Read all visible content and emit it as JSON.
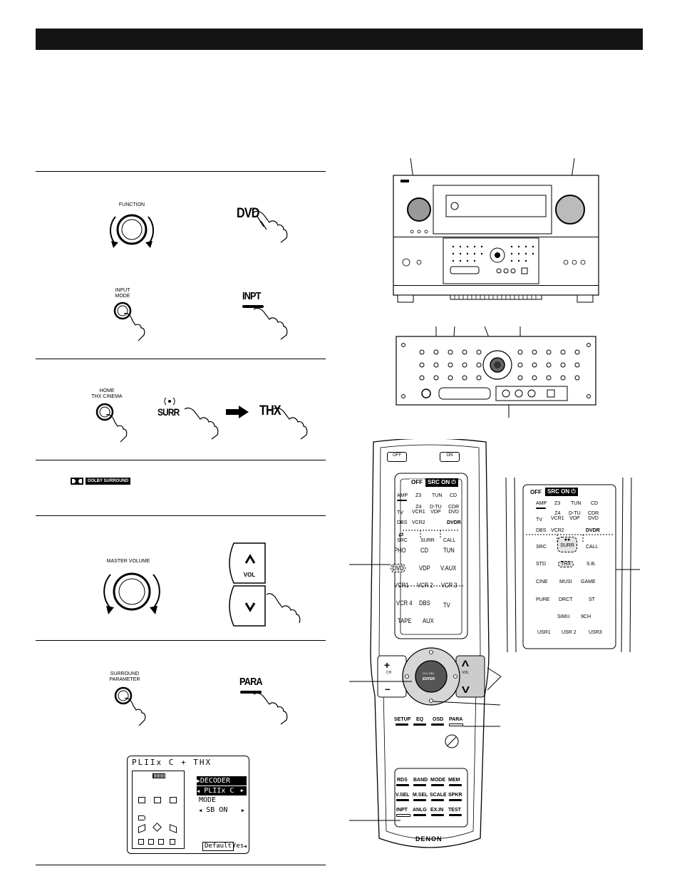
{
  "section1": {
    "function_label": "FUNCTION",
    "dvd_label": "DVD",
    "input_mode_label": "INPUT\nMODE",
    "inpt_label": "INPT"
  },
  "section2": {
    "home_thx_label": "HOME\nTHX CINEMA",
    "surr_label": "SURR",
    "thx_label": "THX"
  },
  "section3": {
    "dolby_label": "DOLBY SURROUND"
  },
  "section4": {
    "master_volume_label": "MASTER VOLUME",
    "vol_label": "VOL"
  },
  "section5": {
    "surround_param_label": "SURROUND\nPARAMETER",
    "para_label": "PARA"
  },
  "osd": {
    "title": "PLIIx C + THX",
    "decoder_label": "DECODER",
    "decoder_value": "PLIIx C",
    "mode_label": "MODE",
    "mode_value": "SB  ON",
    "default_label": "Default",
    "yes_label": "Yes"
  },
  "remote": {
    "off": "OFF",
    "on": "ON",
    "lcd_off": "OFF",
    "lcd_src_on": "SRC ON",
    "grid_row1": [
      "AMP",
      "Z3",
      "TUN",
      "CD"
    ],
    "grid_row2": [
      "TV",
      "Z4\nVCR1",
      "D-TU\nVDP",
      "CDR\nDVD"
    ],
    "grid_row3": [
      "DBS",
      "VCR2",
      "",
      "DVDR"
    ],
    "src": "SRC",
    "surr": "SURR",
    "call": "CALL",
    "keys_row1": [
      "PHO",
      "CD",
      "TUN"
    ],
    "keys_row2": [
      "DVD",
      "VDP",
      "V.AUX"
    ],
    "keys_row3": [
      "VCR1",
      "VCR 2",
      "VCR 3"
    ],
    "keys_row4": [
      "VCR 4",
      "DBS",
      "TV"
    ],
    "keys_row5": [
      "TAPE",
      "AUX"
    ],
    "ch": "CH",
    "vol": "VOL",
    "enter_top": "CH / SEL",
    "enter": "ENTER",
    "menu_row": [
      "SETUP",
      "EQ",
      "OSD",
      "PARA"
    ],
    "bottom_row1": [
      "RDS",
      "BAND",
      "MODE",
      "MEM"
    ],
    "bottom_row2": [
      "V.SEL",
      "M.SEL",
      "SCALE",
      "SPKR"
    ],
    "bottom_row3": [
      "INPT",
      "ANLG",
      "EX.IN",
      "TEST"
    ],
    "brand": "DENON"
  },
  "zoom": {
    "lcd_off": "OFF",
    "lcd_src_on": "SRC ON",
    "grid_row1": [
      "AMP",
      "Z3",
      "TUN",
      "CD"
    ],
    "grid_row2": [
      "TV",
      "Z4\nVCR1",
      "D-TU\nVDP",
      "CDR\nDVD"
    ],
    "grid_row3": [
      "DBS",
      "VCR2",
      "",
      "DVDR"
    ],
    "row_a": [
      "SRC",
      "SURR",
      "CALL"
    ],
    "row_b": [
      "STD",
      "THX",
      "S.B."
    ],
    "row_c": [
      "CINE",
      "MUSI",
      "GAME"
    ],
    "row_d": [
      "PURE",
      "DRCT",
      "ST"
    ],
    "row_e": [
      "SIMU",
      "9CH"
    ],
    "row_f": [
      "USR1",
      "USR 2",
      "USR3"
    ]
  }
}
